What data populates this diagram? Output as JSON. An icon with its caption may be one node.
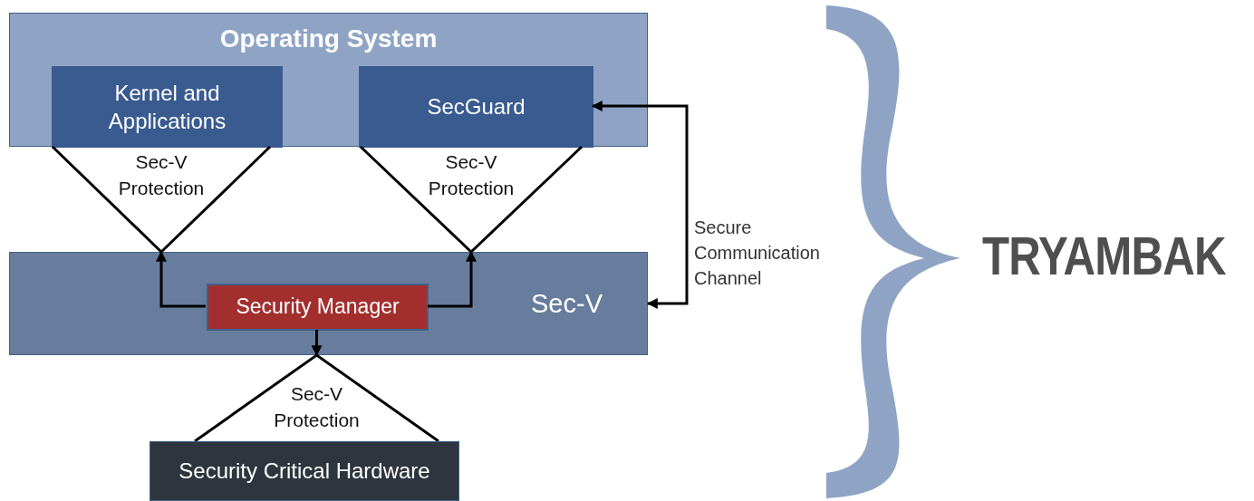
{
  "diagram": {
    "nodes": [
      {
        "text": [
          "Operating System"
        ]
      },
      {
        "text": [
          "Kernel and Applications"
        ],
        "in": 0
      },
      {
        "text": [
          "SecGuard"
        ],
        "in": 0
      },
      {
        "text": [
          "Sec-V Protection"
        ]
      },
      {
        "text": [
          "Sec-V Protection"
        ]
      },
      {
        "text": [
          "Sec-V"
        ]
      },
      {
        "text": [
          "Security Manager"
        ],
        "in": 5
      },
      {
        "text": [
          "Sec-V Protection"
        ]
      },
      {
        "text": [
          "Security Critical Hardware"
        ]
      }
    ],
    "edges": [
      {
        "from": 6,
        "to": 3,
        "arrow": "to"
      },
      {
        "from": 6,
        "to": 4,
        "arrow": "to"
      },
      {
        "from": 6,
        "to": 7,
        "arrow": "to"
      },
      {
        "from": 2,
        "to": 5,
        "arrow": "both",
        "label": "Secure Communication Channel"
      }
    ],
    "labels": [
      "TRYAMBAK"
    ]
  }
}
